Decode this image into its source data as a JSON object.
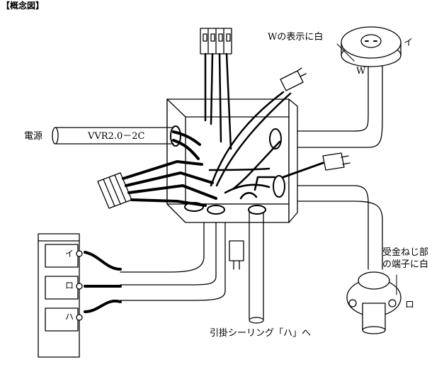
{
  "title": "【概念図】",
  "labels": {
    "source": "電源",
    "cable": "VVR2.0－2C",
    "w_note": "Wの表示に白",
    "w_mark": "W",
    "i_mark": "イ",
    "socket_note_1": "受金ねじ部",
    "socket_note_2": "の端子に白",
    "ro_mark": "ロ",
    "ceiling_note": "引掛シーリング「ハ」へ",
    "sw_i": "イ",
    "sw_ro": "ロ",
    "sw_ha": "ハ"
  },
  "colors": {
    "line": "#000000",
    "background": "#ffffff",
    "box_fill": "#ffffff"
  }
}
